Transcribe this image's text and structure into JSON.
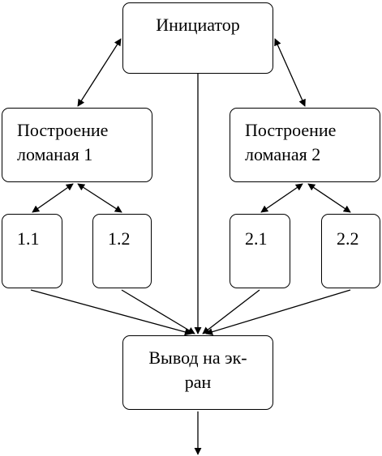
{
  "nodes": {
    "initiator": "Инициатор",
    "polyline1": {
      "line1": "Построение",
      "line2": "ломаная 1"
    },
    "polyline2": {
      "line1": "Построение",
      "line2": "ломаная 2"
    },
    "sub_1_1": "1.1",
    "sub_1_2": "1.2",
    "sub_2_1": "2.1",
    "sub_2_2": "2.2",
    "output": {
      "line1": "Вывод на эк-",
      "line2": "ран"
    }
  },
  "colors": {
    "stroke": "#000000",
    "background": "#ffffff"
  }
}
